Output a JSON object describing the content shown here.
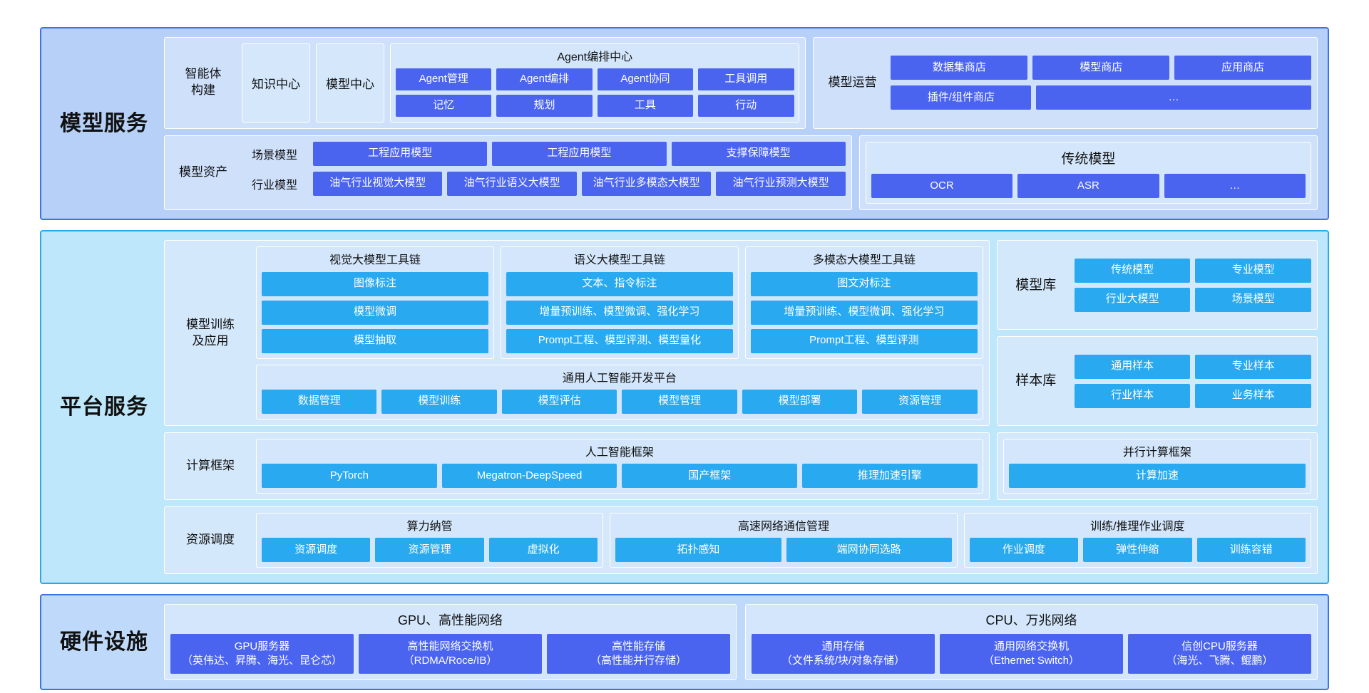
{
  "bands": {
    "model_service": {
      "title": "模型服务",
      "agent": {
        "row_label": "智能体\n构建",
        "tiles": [
          "知识中心",
          "模型中心"
        ],
        "group_title": "Agent编排中心",
        "row1": [
          "Agent管理",
          "Agent编排",
          "Agent协同",
          "工具调用"
        ],
        "row2": [
          "记忆",
          "规划",
          "工具",
          "行动"
        ]
      },
      "operations": {
        "row_label": "模型运营",
        "row1": [
          "数据集商店",
          "模型商店",
          "应用商店"
        ],
        "row2": [
          "插件/组件商店",
          "…"
        ]
      },
      "assets": {
        "row_label": "模型资产",
        "scene_label": "场景模型",
        "scene_items": [
          "工程应用模型",
          "工程应用模型",
          "支撑保障模型"
        ],
        "industry_label": "行业模型",
        "industry_items": [
          "油气行业视觉大模型",
          "油气行业语义大模型",
          "油气行业多模态大模型",
          "油气行业预测大模型"
        ],
        "traditional_title": "传统模型",
        "traditional_items": [
          "OCR",
          "ASR",
          "…"
        ]
      }
    },
    "platform_service": {
      "title": "平台服务",
      "training": {
        "row_label": "模型训练\n及应用",
        "toolchains": [
          {
            "title": "视觉大模型工具链",
            "items": [
              "图像标注",
              "模型微调",
              "模型抽取"
            ]
          },
          {
            "title": "语义大模型工具链",
            "items": [
              "文本、指令标注",
              "增量预训练、模型微调、强化学习",
              "Prompt工程、模型评测、模型量化"
            ]
          },
          {
            "title": "多模态大模型工具链",
            "items": [
              "图文对标注",
              "增量预训练、模型微调、强化学习",
              "Prompt工程、模型评测"
            ]
          }
        ],
        "agi": {
          "title": "通用人工智能开发平台",
          "items": [
            "数据管理",
            "模型训练",
            "模型评估",
            "模型管理",
            "模型部署",
            "资源管理"
          ]
        },
        "model_library": {
          "row_label": "模型库",
          "row1": [
            "传统模型",
            "专业模型"
          ],
          "row2": [
            "行业大模型",
            "场景模型"
          ]
        },
        "sample_library": {
          "row_label": "样本库",
          "row1": [
            "通用样本",
            "专业样本"
          ],
          "row2": [
            "行业样本",
            "业务样本"
          ]
        }
      },
      "compute_framework": {
        "row_label": "计算框架",
        "ai_framework": {
          "title": "人工智能框架",
          "items": [
            "PyTorch",
            "Megatron-DeepSpeed",
            "国产框架",
            "推理加速引擎"
          ]
        },
        "parallel_framework": {
          "title": "并行计算框架",
          "items": [
            "计算加速"
          ]
        }
      },
      "resource_scheduling": {
        "row_label": "资源调度",
        "groups": [
          {
            "title": "算力纳管",
            "items": [
              "资源调度",
              "资源管理",
              "虚拟化"
            ]
          },
          {
            "title": "高速网络通信管理",
            "items": [
              "拓扑感知",
              "端网协同选路"
            ]
          },
          {
            "title": "训练/推理作业调度",
            "items": [
              "作业调度",
              "弹性伸缩",
              "训练容错"
            ]
          }
        ]
      }
    },
    "hardware": {
      "title": "硬件设施",
      "groups": [
        {
          "title": "GPU、高性能网络",
          "items": [
            "GPU服务器\n（英伟达、昇腾、海光、昆仑芯）",
            "高性能网络交换机\n（RDMA/Roce/IB）",
            "高性能存储\n（高性能并行存储）"
          ]
        },
        {
          "title": "CPU、万兆网络",
          "items": [
            "通用存储\n（文件系统/块/对象存储）",
            "通用网络交换机\n（Ethernet Switch）",
            "信创CPU服务器\n（海光、飞腾、鲲鹏）"
          ]
        }
      ]
    }
  },
  "colors": {
    "indigo_chip": "#4a64f0",
    "sky_chip": "#29aaf0",
    "model_band_bg": "#b6d0f7",
    "platform_band_bg": "#bfe7fb",
    "hardware_band_bg": "#bfd9fa",
    "band_border_blue": "#3b74e8",
    "band_border_cyan": "#2aa9ea"
  }
}
